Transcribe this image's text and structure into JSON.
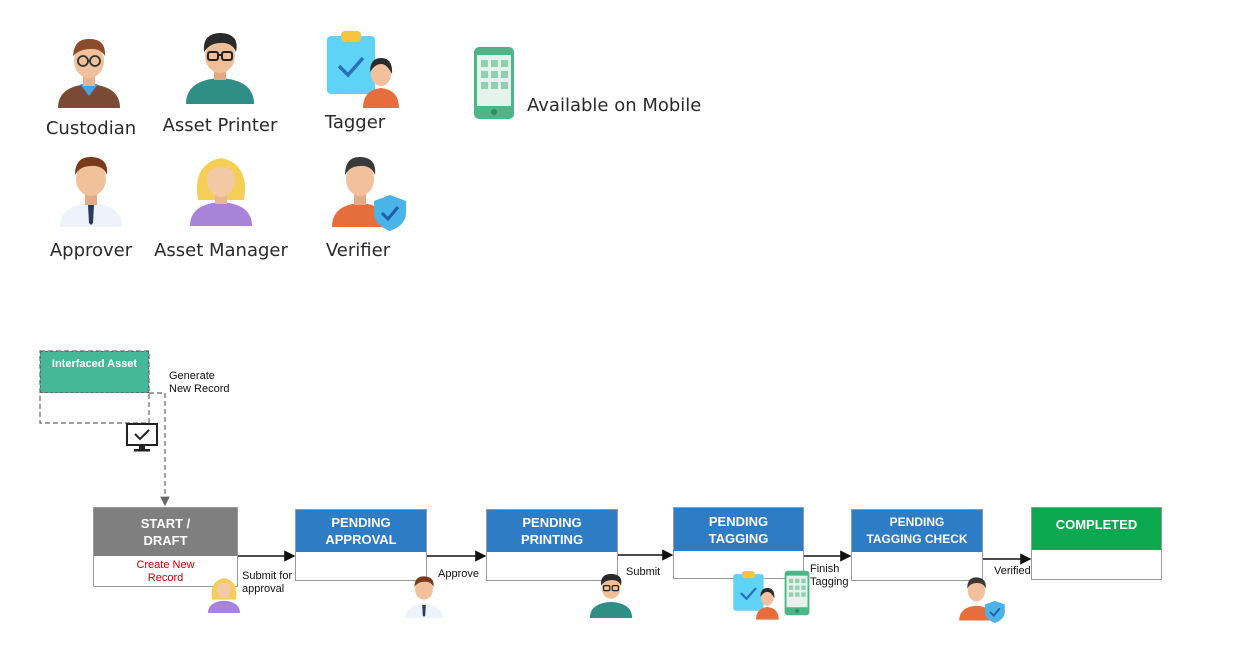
{
  "roles": [
    {
      "key": "custodian",
      "label": "Custodian"
    },
    {
      "key": "asset_printer",
      "label": "Asset Printer"
    },
    {
      "key": "tagger",
      "label": "Tagger"
    },
    {
      "key": "approver",
      "label": "Approver"
    },
    {
      "key": "asset_manager",
      "label": "Asset Manager"
    },
    {
      "key": "verifier",
      "label": "Verifier"
    }
  ],
  "mobile": {
    "label": "Available on Mobile"
  },
  "interfaced": {
    "title": "Interfaced Asset",
    "action": "Generate\nNew Record"
  },
  "stages": [
    {
      "title": "START /\nDRAFT",
      "note": "Create New\nRecord"
    },
    {
      "title": "PENDING\nAPPROVAL",
      "note": ""
    },
    {
      "title": "PENDING\nPRINTING",
      "note": ""
    },
    {
      "title": "PENDING\nTAGGING",
      "note": ""
    },
    {
      "title": "PENDING\nTAGGING CHECK",
      "note": ""
    },
    {
      "title": "COMPLETED",
      "note": ""
    }
  ],
  "transitions": [
    "Submit for\napproval",
    "Approve",
    "Submit",
    "Finish\nTagging",
    "Verified"
  ],
  "colors": {
    "draft": "#7f7f7f",
    "pending": "#2e7cc4",
    "completed": "#0aa84f",
    "interfaced": "#45b898",
    "note": "#c00000"
  }
}
